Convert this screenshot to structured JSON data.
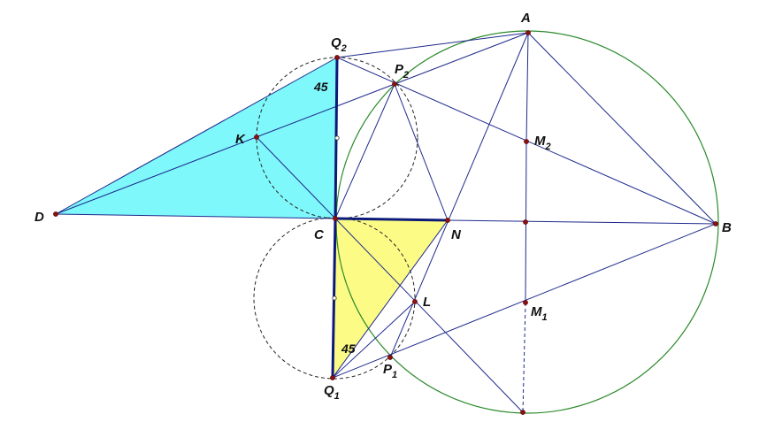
{
  "colors": {
    "line": "#1e2a8c",
    "thick": "#0c1a78",
    "circle": "#2b8a2b",
    "dashed": "#222222",
    "point": "#8b1010",
    "cyan": "#7ff8fc",
    "yellow": "#fbfb85"
  },
  "labels": {
    "A": "A",
    "B": "B",
    "C": "C",
    "D": "D",
    "K": "K",
    "L": "L",
    "N": "N",
    "Q2": {
      "base": "Q",
      "sub": "2"
    },
    "Q1": {
      "base": "Q",
      "sub": "1"
    },
    "P2": {
      "base": "P",
      "sub": "2"
    },
    "P1": {
      "base": "P",
      "sub": "1"
    },
    "M2": {
      "base": "M",
      "sub": "2"
    },
    "M1": {
      "base": "M",
      "sub": "1"
    }
  },
  "angle_labels": {
    "top": "45",
    "bottom": "45"
  }
}
